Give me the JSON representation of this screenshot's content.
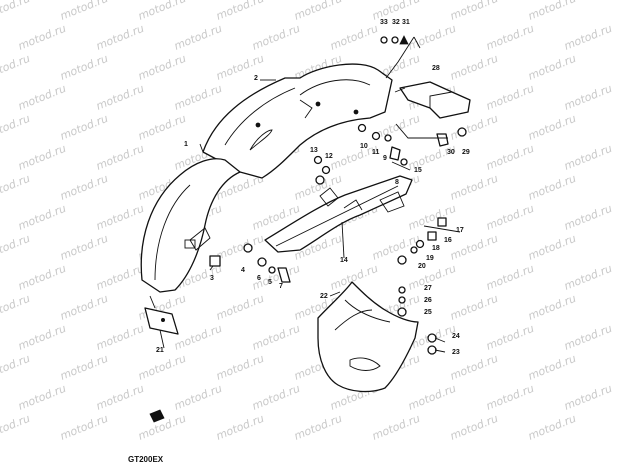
{
  "watermark": "motod.ru",
  "model_code": "GT200EX",
  "callouts": [
    "1",
    "2",
    "3",
    "4",
    "5",
    "6",
    "7",
    "8",
    "9",
    "10",
    "11",
    "12",
    "13",
    "14",
    "15",
    "16",
    "17",
    "18",
    "19",
    "20",
    "21",
    "22",
    "23",
    "24",
    "25",
    "26",
    "27",
    "28",
    "29",
    "30",
    "31",
    "32",
    "33"
  ],
  "colors": {
    "ink": "#111111",
    "watermark": "#c9c9c9",
    "background": "#ffffff"
  }
}
